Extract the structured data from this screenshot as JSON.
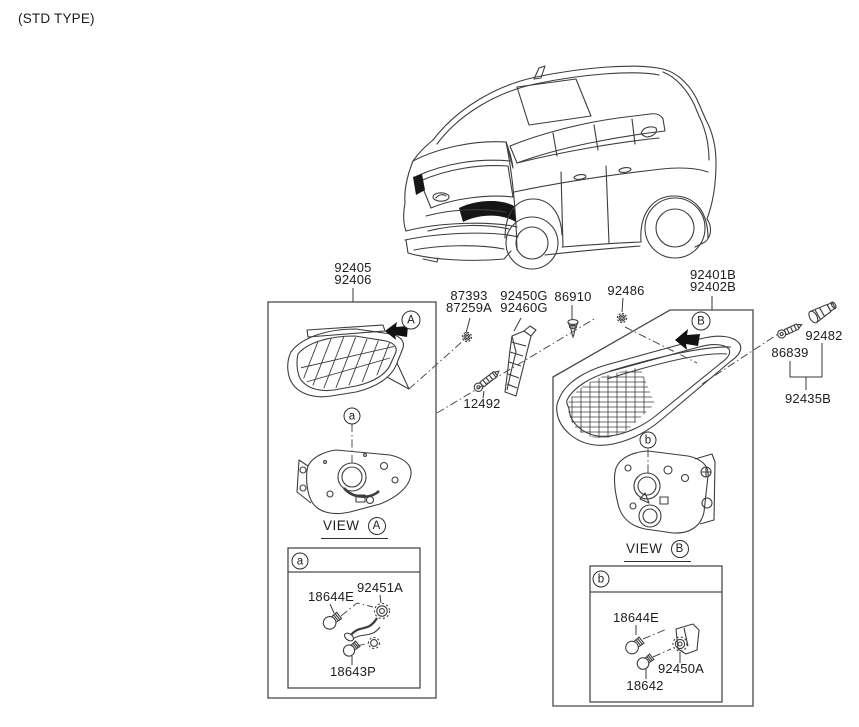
{
  "page": {
    "type_note": "(STD TYPE)"
  },
  "colors": {
    "line": "#3d3d3d",
    "box_line": "#4a4a4a",
    "text": "#1c1c1c",
    "highlight_black": "#161616",
    "background": "#ffffff"
  },
  "part_labels": {
    "inner_lamp_1": "92405",
    "inner_lamp_2": "92406",
    "grommet_1": "87393",
    "grommet_2": "87259A",
    "pad_1": "92450G",
    "pad_2": "92460G",
    "clip": "86910",
    "screw_inner": "12492",
    "nut": "92486",
    "outer_lamp_1": "92401B",
    "outer_lamp_2": "92402B",
    "socket_cap": "92482",
    "screw_outer": "86839",
    "mount_group": "92435B"
  },
  "views": {
    "view_a": {
      "word": "VIEW",
      "ref": "A"
    },
    "view_b": {
      "word": "VIEW",
      "ref": "B"
    }
  },
  "callouts": {
    "arrow_a_ref": "A",
    "arrow_b_ref": "B",
    "detail_a_ref": "a",
    "detail_b_ref": "b"
  },
  "detail_box_a": {
    "header": "a",
    "bulb_upper": "18644E",
    "harness": "92451A",
    "bulb_lower": "18643P"
  },
  "detail_box_b": {
    "header": "b",
    "bulb_upper": "18644E",
    "socket": "92450A",
    "bulb_lower": "18642"
  }
}
